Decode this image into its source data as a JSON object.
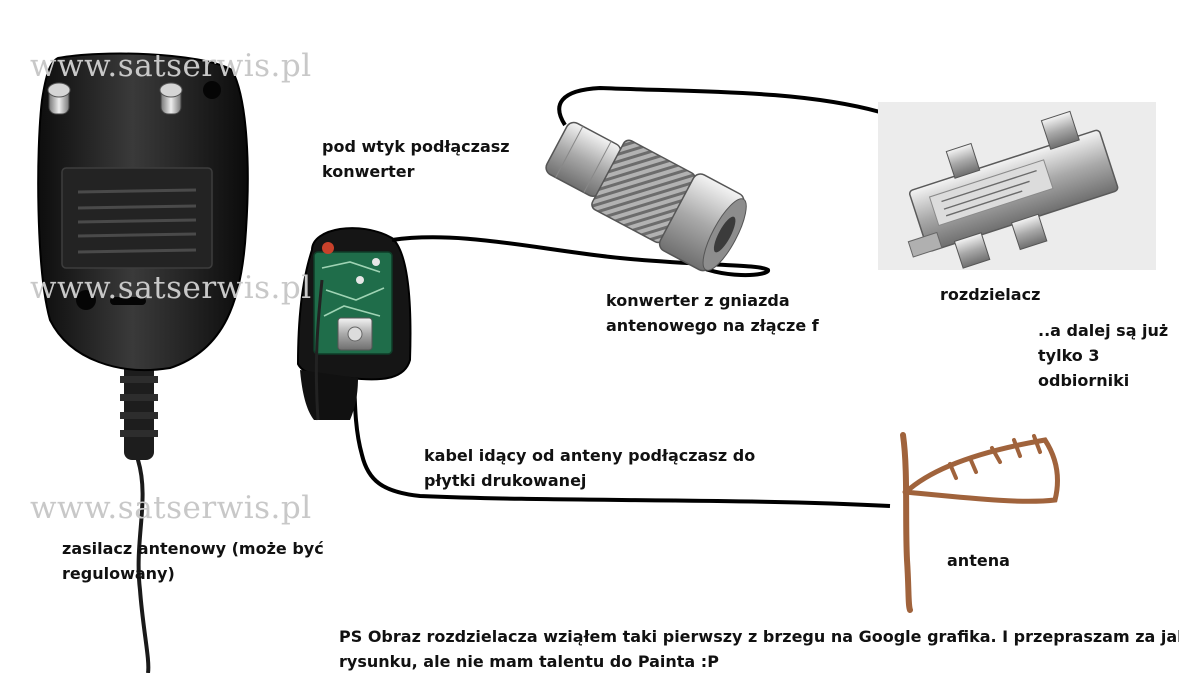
{
  "watermark": "www.satserwis.pl",
  "labels": {
    "converter_instruction": [
      "pod wtyk podłączasz",
      "konwerter"
    ],
    "converter": [
      "konwerter z gniazda",
      "antenowego na złącze f"
    ],
    "splitter": [
      "rozdzielacz"
    ],
    "receivers": [
      "..a dalej są już",
      "tylko 3",
      "odbiorniki"
    ],
    "cable_instruction": [
      "kabel idący od anteny podłączasz do",
      "płytki drukowanej"
    ],
    "power_supply": [
      "zasilacz antenowy (może być",
      "regulowany)"
    ],
    "antenna": [
      "antena"
    ],
    "ps_note": [
      "PS Obraz rozdzielacza wziąłem taki pierwszy z brzegu na Google grafika. I przepraszam za jakość",
      "rysunku, ale nie mam talentu do Painta :P"
    ]
  },
  "colors": {
    "cable": "#000000",
    "antenna": "#a0633c",
    "device_body": "#1c1c1c",
    "pcb": "#1f6d4a",
    "metal": "#b9b9b9"
  }
}
